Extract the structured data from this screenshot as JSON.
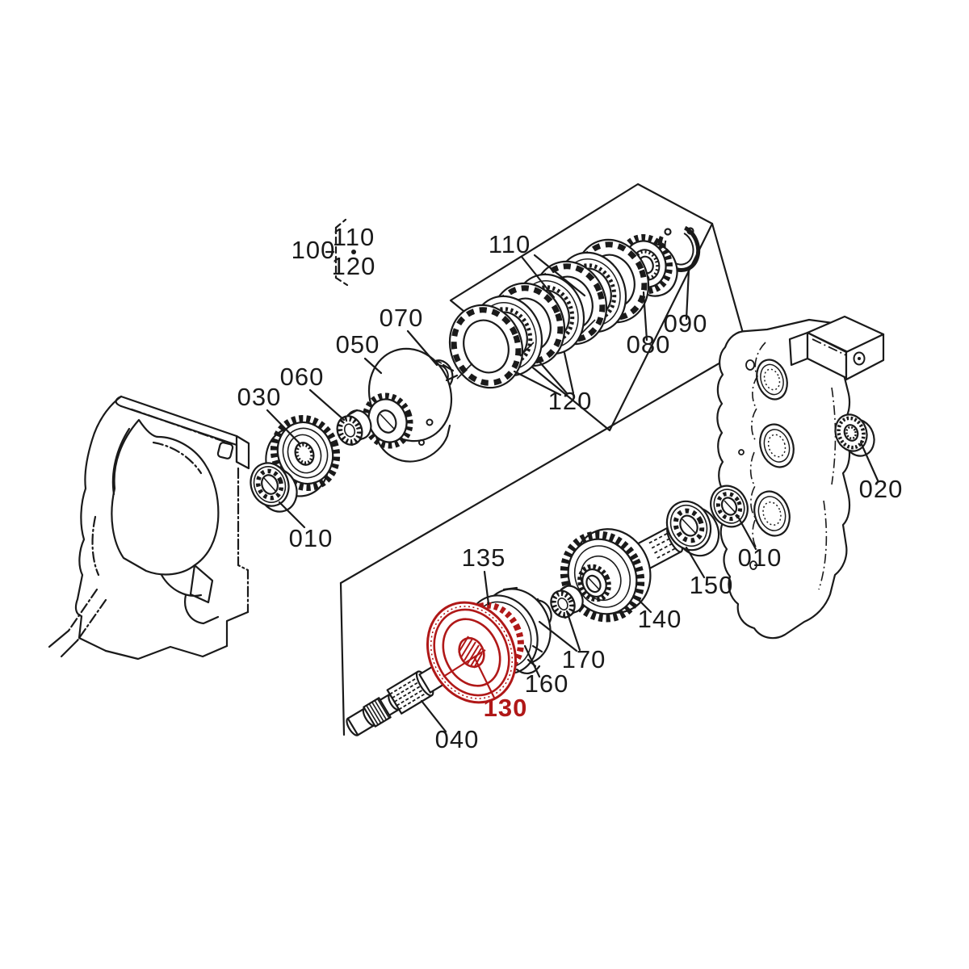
{
  "diagram": {
    "kind": "exploded-parts-diagram",
    "highlighted_part": "130",
    "colors": {
      "line": "#1a1a1a",
      "highlight": "#b01818",
      "background": "#ffffff"
    },
    "labels": {
      "group100": {
        "text": "100"
      },
      "bracket110": {
        "text": "110"
      },
      "bracket120": {
        "text": "120"
      },
      "plates110": {
        "text": "110"
      },
      "plates120": {
        "text": "120"
      },
      "washer070": {
        "text": "070"
      },
      "hub050": {
        "text": "050"
      },
      "needle060": {
        "text": "060"
      },
      "gear030": {
        "text": "030"
      },
      "bearing010L": {
        "text": "010"
      },
      "gear080": {
        "text": "080"
      },
      "ring090": {
        "text": "090"
      },
      "seal020": {
        "text": "020"
      },
      "bearing010R": {
        "text": "010"
      },
      "bearing150": {
        "text": "150"
      },
      "gear140": {
        "text": "140"
      },
      "needles170": {
        "text": "170"
      },
      "collar160": {
        "text": "160"
      },
      "drum135": {
        "text": "135"
      },
      "pulley130": {
        "text": "130"
      },
      "shaft040": {
        "text": "040"
      }
    }
  }
}
